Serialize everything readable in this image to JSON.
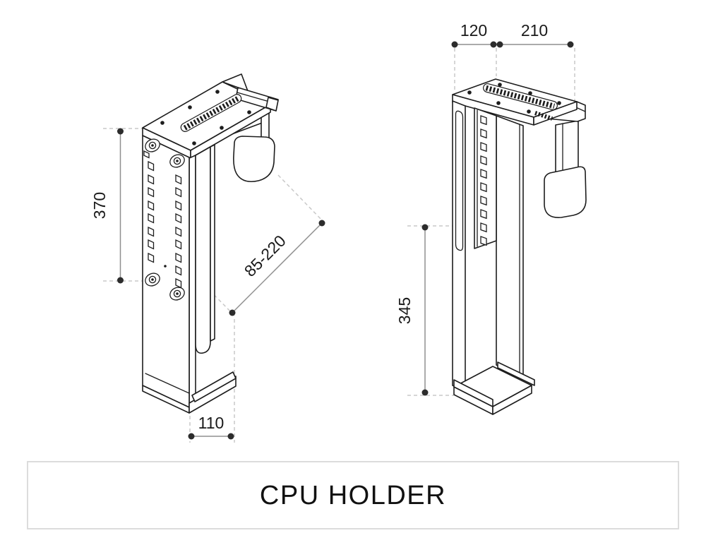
{
  "title": "CPU HOLDER",
  "views": {
    "left_view": {
      "dimensions": {
        "bracket_height": "370",
        "hook_range": "85-220",
        "foot_depth": "110"
      }
    },
    "right_view": {
      "dimensions": {
        "rail_offset": "120",
        "plate_width": "210",
        "column_height": "345"
      }
    }
  },
  "colors": {
    "background": "#ffffff",
    "outline": "#1d1d1d",
    "dimension-line": "#8f8f8f",
    "extension-line": "#c9c9c9",
    "dot": "#2c2c2c",
    "label-text": "#1a1a1a",
    "title-text": "#111111",
    "title-border": "#dcdcdc"
  }
}
